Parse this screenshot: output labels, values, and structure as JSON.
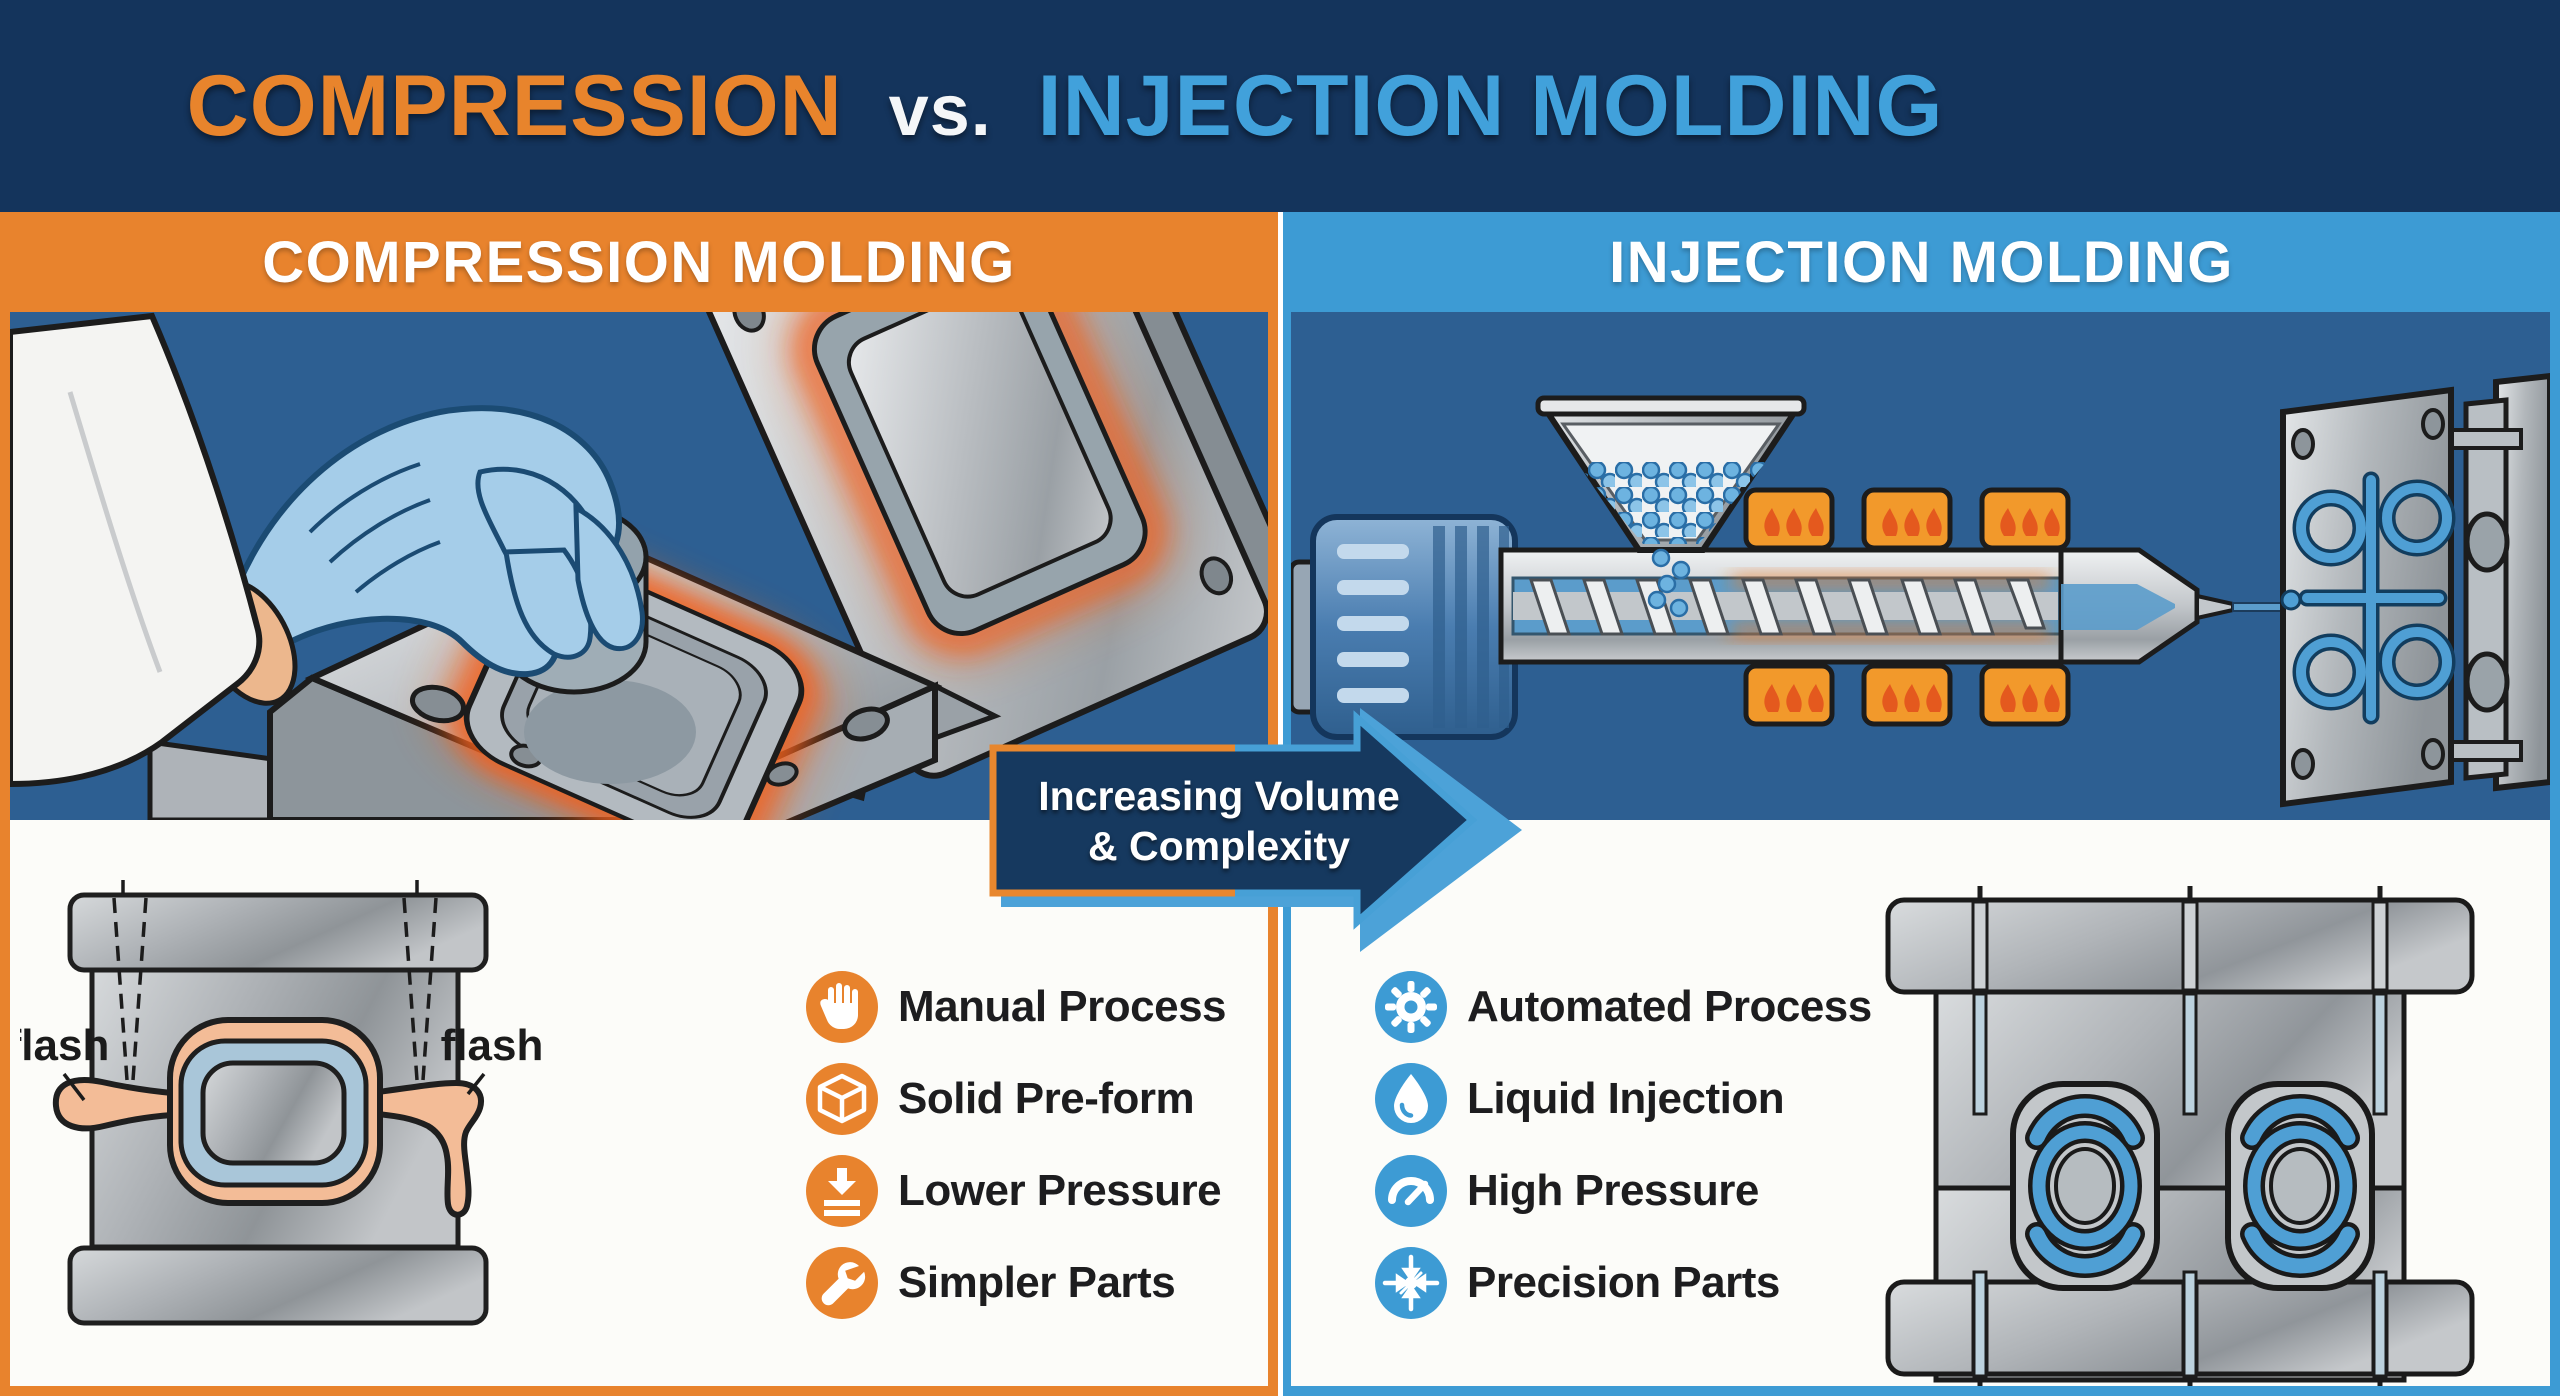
{
  "header": {
    "title_compression": "COMPRESSION",
    "title_vs": "vs.",
    "title_injection": "INJECTION MOLDING"
  },
  "left_panel": {
    "band_label": "COMPRESSION MOLDING",
    "accent_color": "#E8832D",
    "features": [
      {
        "icon": "hand-icon",
        "label": "Manual Process"
      },
      {
        "icon": "cube-icon",
        "label": "Solid Pre-form"
      },
      {
        "icon": "lower-pressure-icon",
        "label": "Lower Pressure"
      },
      {
        "icon": "wrench-icon",
        "label": "Simpler Parts"
      }
    ],
    "diagram": {
      "flash_label_left": "flash",
      "flash_label_right": "flash"
    }
  },
  "right_panel": {
    "band_label": "INJECTION MOLDING",
    "accent_color": "#3D9BD4",
    "features": [
      {
        "icon": "gear-icon",
        "label": "Automated Process"
      },
      {
        "icon": "droplet-icon",
        "label": "Liquid Injection"
      },
      {
        "icon": "gauge-icon",
        "label": "High Pressure"
      },
      {
        "icon": "precision-icon",
        "label": "Precision Parts"
      }
    ]
  },
  "arrow_banner": {
    "line1": "Increasing Volume",
    "line2": "& Complexity"
  },
  "colors": {
    "header_navy": "#14345C",
    "panel_illustration_blue": "#2D5F92",
    "orange_accent": "#E8832D",
    "light_blue_accent": "#3D9BD4",
    "arrow_navy": "#16395F",
    "title_orange": "#E8842C",
    "title_blue": "#41A1DB",
    "flash_material": "#F3BC97",
    "molded_part_blue": "#A9C6D9",
    "heater_orange": "#F2992B",
    "pellet_blue": "#6DB3E0"
  }
}
